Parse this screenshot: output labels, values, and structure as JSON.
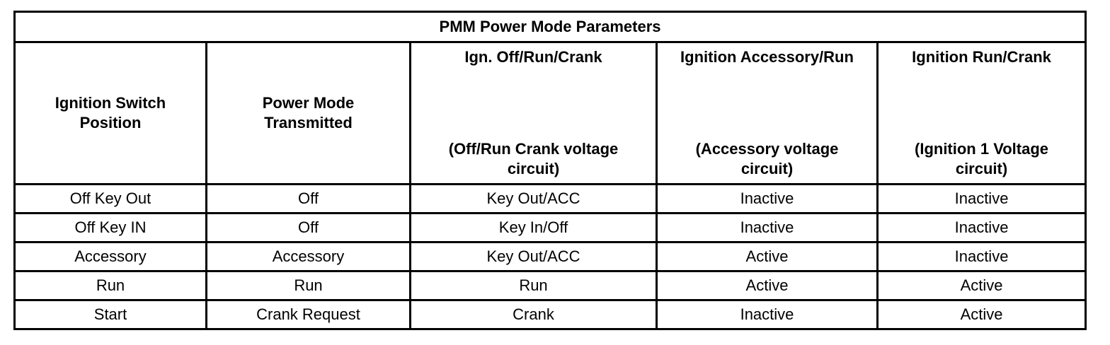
{
  "table": {
    "title": "PMM Power Mode Parameters",
    "headers": [
      {
        "top": "Ignition Switch Position",
        "bottom": ""
      },
      {
        "top": "Power Mode Transmitted",
        "bottom": ""
      },
      {
        "top": "Ign. Off/Run/Crank",
        "bottom": "(Off/Run Crank voltage circuit)"
      },
      {
        "top": "Ignition Accessory/Run",
        "bottom": "(Accessory voltage circuit)"
      },
      {
        "top": "Ignition Run/Crank",
        "bottom": "(Ignition 1 Voltage circuit)"
      }
    ],
    "rows": [
      [
        "Off Key Out",
        "Off",
        "Key Out/ACC",
        "Inactive",
        "Inactive"
      ],
      [
        "Off Key IN",
        "Off",
        "Key In/Off",
        "Inactive",
        "Inactive"
      ],
      [
        "Accessory",
        "Accessory",
        "Key Out/ACC",
        "Active",
        "Inactive"
      ],
      [
        "Run",
        "Run",
        "Run",
        "Active",
        "Active"
      ],
      [
        "Start",
        "Crank Request",
        "Crank",
        "Inactive",
        "Active"
      ]
    ]
  }
}
